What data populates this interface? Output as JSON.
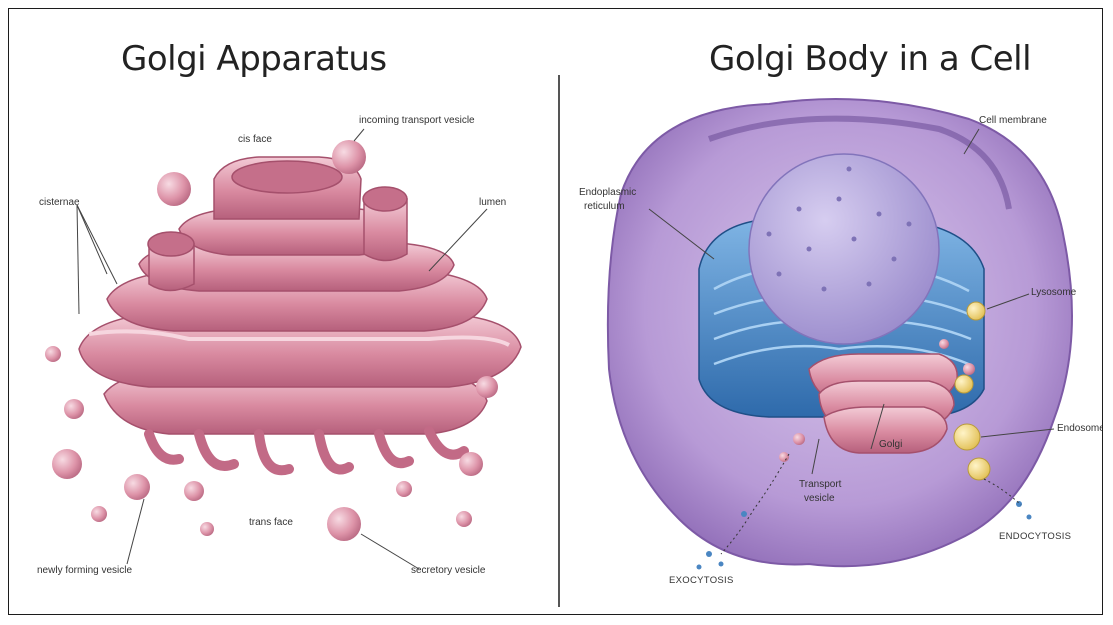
{
  "panels": {
    "left": {
      "title": "Golgi Apparatus",
      "labels": {
        "cis_face": "cis face",
        "incoming_vesicle": "incoming transport vesicle",
        "cisternae": "cisternae",
        "lumen": "lumen",
        "trans_face": "trans face",
        "newly_forming_vesicle": "newly forming vesicle",
        "secretory_vesicle": "secretory vesicle"
      }
    },
    "right": {
      "title": "Golgi Body in a Cell",
      "labels": {
        "cell_membrane": "Cell membrane",
        "er_line1": "Endoplasmic",
        "er_line2": "reticulum",
        "lysosome": "Lysosome",
        "endosome": "Endosome",
        "golgi": "Golgi",
        "transport_line1": "Transport",
        "transport_line2": "vesicle",
        "endocytosis": "ENDOCYTOSIS",
        "exocytosis": "EXOCYTOSIS"
      }
    }
  },
  "colors": {
    "golgi_pink": "#d9849b",
    "golgi_dark": "#b35a77",
    "golgi_light": "#f2c5d1",
    "cell_purple": "#9b7bbf",
    "cell_light": "#c9b3e0",
    "nucleus": "#b3a5d9",
    "er_blue": "#3f83c6",
    "vesicle_yellow": "#f0d77a"
  }
}
